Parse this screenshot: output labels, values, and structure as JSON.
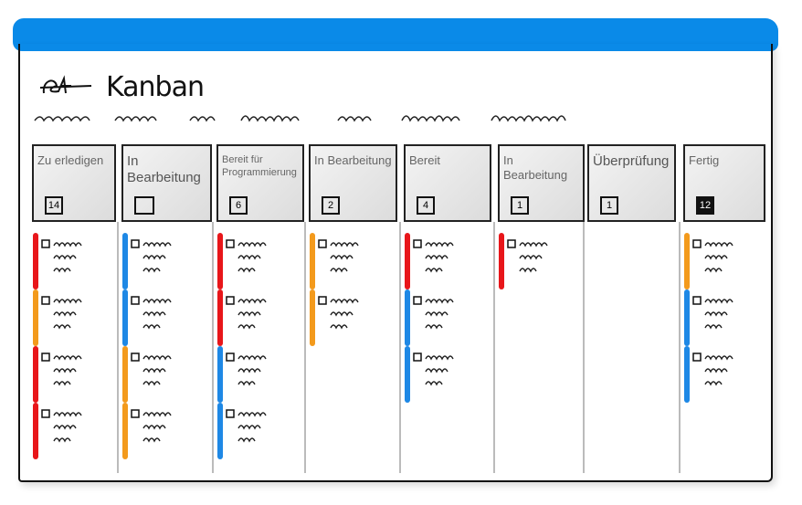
{
  "app": {
    "title": "Kanban",
    "accent": "#0a8ae8"
  },
  "columns": [
    {
      "label": "Zu erledigen",
      "count": "14",
      "cards": [
        "#e8161a",
        "#f39a1c",
        "#e8161a",
        "#e8161a"
      ]
    },
    {
      "label": "In Bearbeitung",
      "count": "",
      "cards": [
        "#1e88e5",
        "#1e88e5",
        "#f39a1c",
        "#f39a1c"
      ]
    },
    {
      "label": "Bereit für Programmierung",
      "count": "6",
      "cards": [
        "#e8161a",
        "#e8161a",
        "#1e88e5",
        "#1e88e5"
      ]
    },
    {
      "label": "In Bearbeitung",
      "count": "2",
      "cards": [
        "#f39a1c",
        "#f39a1c"
      ]
    },
    {
      "label": "Bereit",
      "count": "4",
      "cards": [
        "#e8161a",
        "#1e88e5",
        "#1e88e5"
      ]
    },
    {
      "label": "In Bearbeitung",
      "count": "1",
      "cards": [
        "#e8161a"
      ]
    },
    {
      "label": "Überprüfung",
      "count": "1",
      "cards": []
    },
    {
      "label": "Fertig",
      "count": "12",
      "cards": [
        "#f39a1c",
        "#1e88e5",
        "#1e88e5"
      ]
    }
  ]
}
